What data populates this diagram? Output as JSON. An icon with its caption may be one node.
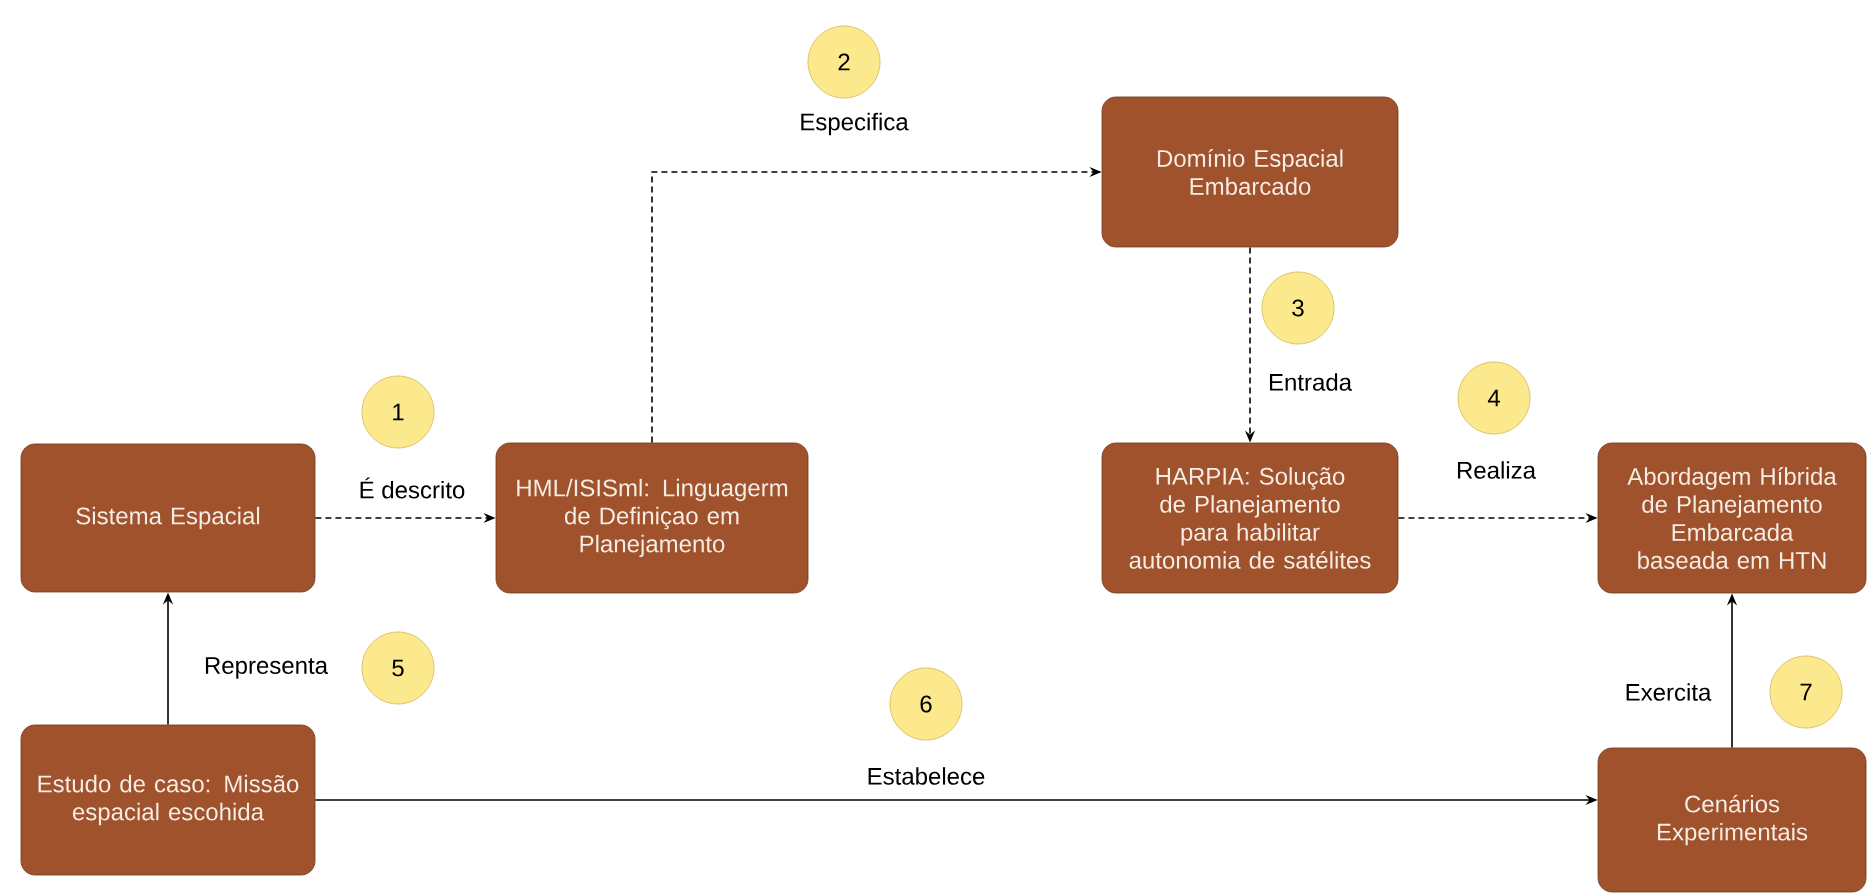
{
  "diagram": {
    "nodes": [
      {
        "text": [
          "Sistema Espacial"
        ]
      },
      {
        "text": [
          "HML/ISISml: Linguagerm de Definiçao em Planejamento"
        ]
      },
      {
        "text": [
          "Domínio Espacial Embarcado"
        ]
      },
      {
        "text": [
          "HARPIA: Solução de Planejamento para habilitar autonomia de satélites"
        ]
      },
      {
        "text": [
          "Abordagem Híbrida de Planejamento Embarcada baseada em HTN"
        ]
      },
      {
        "text": [
          "Estudo de caso: Missão espacial escohida"
        ]
      },
      {
        "text": [
          "Cenários Experimentais"
        ]
      },
      {
        "text": [
          "1"
        ]
      },
      {
        "text": [
          "2"
        ]
      },
      {
        "text": [
          "3"
        ]
      },
      {
        "text": [
          "4"
        ]
      },
      {
        "text": [
          "5"
        ]
      },
      {
        "text": [
          "6"
        ]
      },
      {
        "text": [
          "7"
        ]
      }
    ],
    "edges": [
      {
        "from": 0,
        "to": 1,
        "arrow": "to",
        "label": "É descrito",
        "style": "dashed"
      },
      {
        "from": 1,
        "to": 2,
        "arrow": "to",
        "label": "Especifica",
        "style": "dashed"
      },
      {
        "from": 2,
        "to": 3,
        "arrow": "to",
        "label": "Entrada",
        "style": "dashed"
      },
      {
        "from": 3,
        "to": 4,
        "arrow": "to",
        "label": "Realiza",
        "style": "dashed"
      },
      {
        "from": 5,
        "to": 0,
        "arrow": "to",
        "label": "Representa"
      },
      {
        "from": 5,
        "to": 6,
        "arrow": "to",
        "label": "Estabelece"
      },
      {
        "from": 6,
        "to": 4,
        "arrow": "to",
        "label": "Exercita"
      }
    ]
  }
}
